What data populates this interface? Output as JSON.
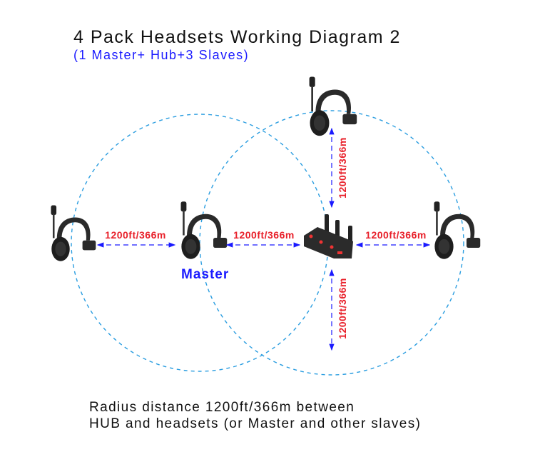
{
  "title": "4 Pack Headsets Working Diagram 2",
  "subtitle": "(1 Master+ Hub+3 Slaves)",
  "distance_label": "1200ft/366m",
  "links": [
    {
      "from": "slave-left",
      "to": "master",
      "label": "1200ft/366m"
    },
    {
      "from": "master",
      "to": "hub",
      "label": "1200ft/366m"
    },
    {
      "from": "hub",
      "to": "slave-right",
      "label": "1200ft/366m"
    },
    {
      "from": "slave-top",
      "to": "hub",
      "label": "1200ft/366m"
    },
    {
      "from": "hub",
      "to": "bottom",
      "label": "1200ft/366m"
    }
  ],
  "master_label": "Master",
  "caption": [
    "Radius distance 1200ft/366m between",
    "HUB and headsets (or Master and other slaves)"
  ],
  "colors": {
    "circle": "#2a9de0",
    "arrow": "#1a1aff",
    "distance_text": "#e8202a",
    "headset": "#222222"
  }
}
